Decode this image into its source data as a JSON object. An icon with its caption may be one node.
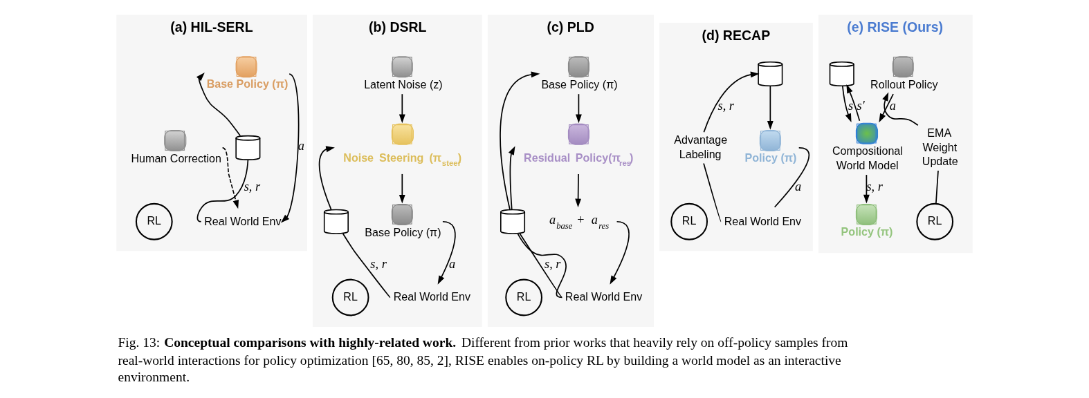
{
  "diagram": {
    "caption": "Fig. 13: **Conceptual comparisons with highly-related work.** Different from prior works that heavily rely on off-policy samples from real-world interactions for policy optimization [65, 80, 85, 2], RISE enables on-policy RL by building a world model as an interactive environment.",
    "nodes": [
      {
        "text": [
          "(a) HIL-SERL"
        ]
      },
      {
        "text": [
          "Base Policy (π)"
        ],
        "in": 0
      },
      {
        "text": [
          "Human Correction"
        ],
        "in": 0
      },
      {
        "text": [],
        "shape": "cylinder",
        "in": 0
      },
      {
        "text": [
          "RL"
        ],
        "in": 0
      },
      {
        "text": [
          "Real World Env"
        ],
        "in": 0
      },
      {
        "text": [
          "(b) DSRL"
        ]
      },
      {
        "text": [
          "Latent Noise (z)"
        ],
        "in": 6
      },
      {
        "text": [
          "Noise Steering (π$_{steer}$)"
        ],
        "in": 6
      },
      {
        "text": [],
        "shape": "cylinder",
        "in": 6
      },
      {
        "text": [
          "Base Policy (π)"
        ],
        "in": 6
      },
      {
        "text": [
          "RL"
        ],
        "in": 6
      },
      {
        "text": [
          "Real World Env"
        ],
        "in": 6
      },
      {
        "text": [
          "(c) PLD"
        ]
      },
      {
        "text": [
          "Base Policy (π)"
        ],
        "in": 13
      },
      {
        "text": [
          "Residual Policy(π$_{res}$)"
        ],
        "in": 13
      },
      {
        "text": [],
        "shape": "cylinder",
        "in": 13
      },
      {
        "text": [
          "a$_{base}$ + a$_{res}$"
        ],
        "in": 13
      },
      {
        "text": [
          "RL"
        ],
        "in": 13
      },
      {
        "text": [
          "Real World Env"
        ],
        "in": 13
      },
      {
        "text": [
          "(d) RECAP"
        ]
      },
      {
        "text": [],
        "shape": "cylinder",
        "in": 20
      },
      {
        "text": [
          "Advantage Labeling"
        ],
        "in": 20
      },
      {
        "text": [
          "Policy (π)"
        ],
        "in": 20
      },
      {
        "text": [
          "RL"
        ],
        "in": 20
      },
      {
        "text": [
          "Real World Env"
        ],
        "in": 20
      },
      {
        "text": [
          "(e) RISE (Ours)"
        ]
      },
      {
        "text": [
          "Rollout Policy"
        ],
        "in": 26
      },
      {
        "text": [
          "EMA Weight Update"
        ],
        "in": 26
      },
      {
        "text": [],
        "shape": "cylinder",
        "in": 26
      },
      {
        "text": [
          "Compositional World Model"
        ],
        "in": 26
      },
      {
        "text": [
          "RL"
        ],
        "in": 26
      },
      {
        "text": [
          "Policy (π)"
        ],
        "in": 26
      }
    ],
    "edges": [
      {
        "from": 5,
        "to": 3,
        "arrow": "none",
        "label": "s, r"
      },
      {
        "from": 3,
        "to": 1,
        "arrow": "to"
      },
      {
        "from": 1,
        "to": 5,
        "arrow": "to",
        "label": "a"
      },
      {
        "from": 2,
        "to": 5,
        "arrow": "to",
        "style": "dashed"
      },
      {
        "from": 7,
        "to": 8,
        "arrow": "to"
      },
      {
        "from": 8,
        "to": 10,
        "arrow": "to"
      },
      {
        "from": 10,
        "to": 12,
        "arrow": "to",
        "label": "a"
      },
      {
        "from": 12,
        "to": 9,
        "arrow": "none",
        "label": "s, r"
      },
      {
        "from": 9,
        "to": 8,
        "arrow": "to"
      },
      {
        "from": 16,
        "to": 14,
        "arrow": "to"
      },
      {
        "from": 16,
        "to": 15,
        "arrow": "to"
      },
      {
        "from": 14,
        "to": 15,
        "arrow": "to"
      },
      {
        "from": 15,
        "to": 17,
        "arrow": "to"
      },
      {
        "from": 17,
        "to": 19,
        "arrow": "to"
      },
      {
        "from": 19,
        "to": 16,
        "arrow": "none",
        "label": "s, r"
      },
      {
        "from": 19,
        "to": 16,
        "arrow": "none"
      },
      {
        "from": 21,
        "to": 23,
        "arrow": "to"
      },
      {
        "from": 23,
        "to": 25,
        "arrow": "none",
        "label": "a"
      },
      {
        "from": 25,
        "to": 22,
        "arrow": "none"
      },
      {
        "from": 22,
        "to": 21,
        "arrow": "to",
        "label": "s, r"
      },
      {
        "from": 27,
        "to": 30,
        "arrow": "to",
        "label": "a"
      },
      {
        "from": 29,
        "to": 30,
        "arrow": "to",
        "label": "s"
      },
      {
        "from": 30,
        "to": 29,
        "arrow": "to",
        "label": "s'"
      },
      {
        "from": 30,
        "to": 32,
        "arrow": "to",
        "label": "s, r"
      },
      {
        "from": 31,
        "to": 28,
        "arrow": "none"
      },
      {
        "from": 28,
        "to": 27,
        "arrow": "to"
      }
    ]
  }
}
